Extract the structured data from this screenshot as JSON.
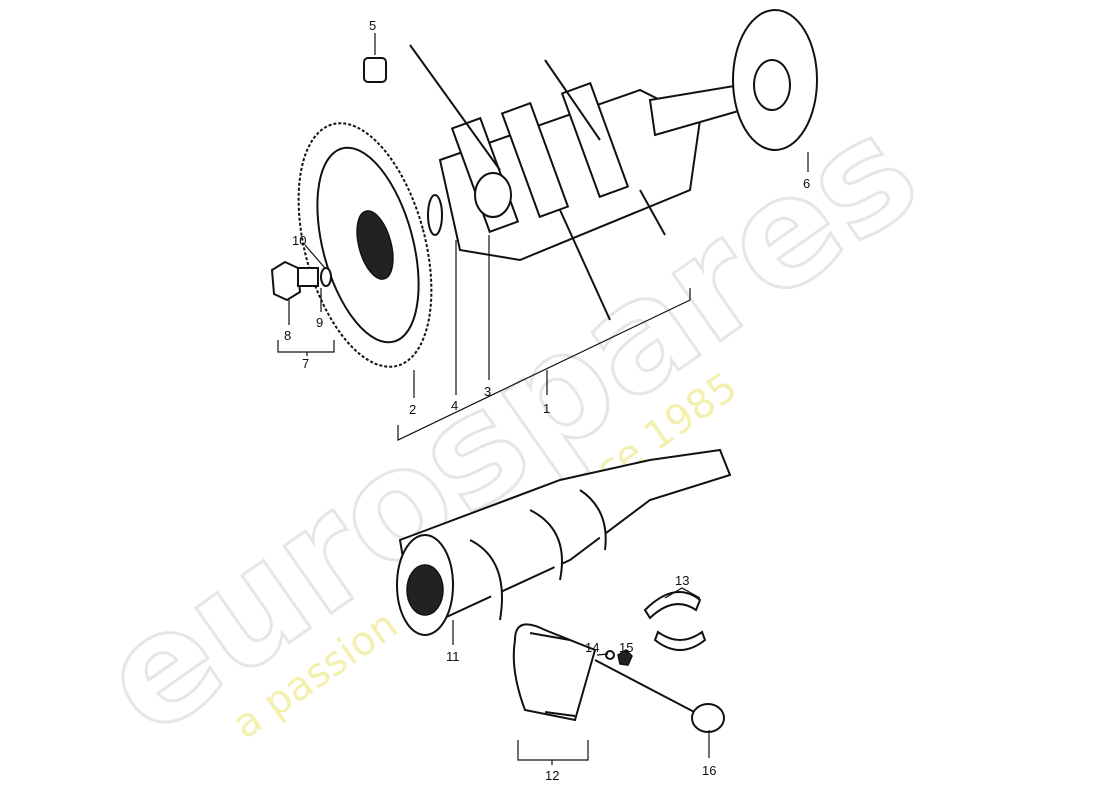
{
  "watermark": {
    "brand": "eurospares",
    "tagline": "a passion for parts since 1985"
  },
  "callouts": [
    {
      "id": "5",
      "label": "5"
    },
    {
      "id": "6",
      "label": "6"
    },
    {
      "id": "10",
      "label": "10"
    },
    {
      "id": "8",
      "label": "8"
    },
    {
      "id": "9",
      "label": "9"
    },
    {
      "id": "7",
      "label": "7"
    },
    {
      "id": "2",
      "label": "2"
    },
    {
      "id": "4",
      "label": "4"
    },
    {
      "id": "3",
      "label": "3"
    },
    {
      "id": "1",
      "label": "1"
    },
    {
      "id": "11",
      "label": "11"
    },
    {
      "id": "13",
      "label": "13"
    },
    {
      "id": "14",
      "label": "14"
    },
    {
      "id": "15",
      "label": "15"
    },
    {
      "id": "12",
      "label": "12"
    },
    {
      "id": "16",
      "label": "16"
    }
  ]
}
